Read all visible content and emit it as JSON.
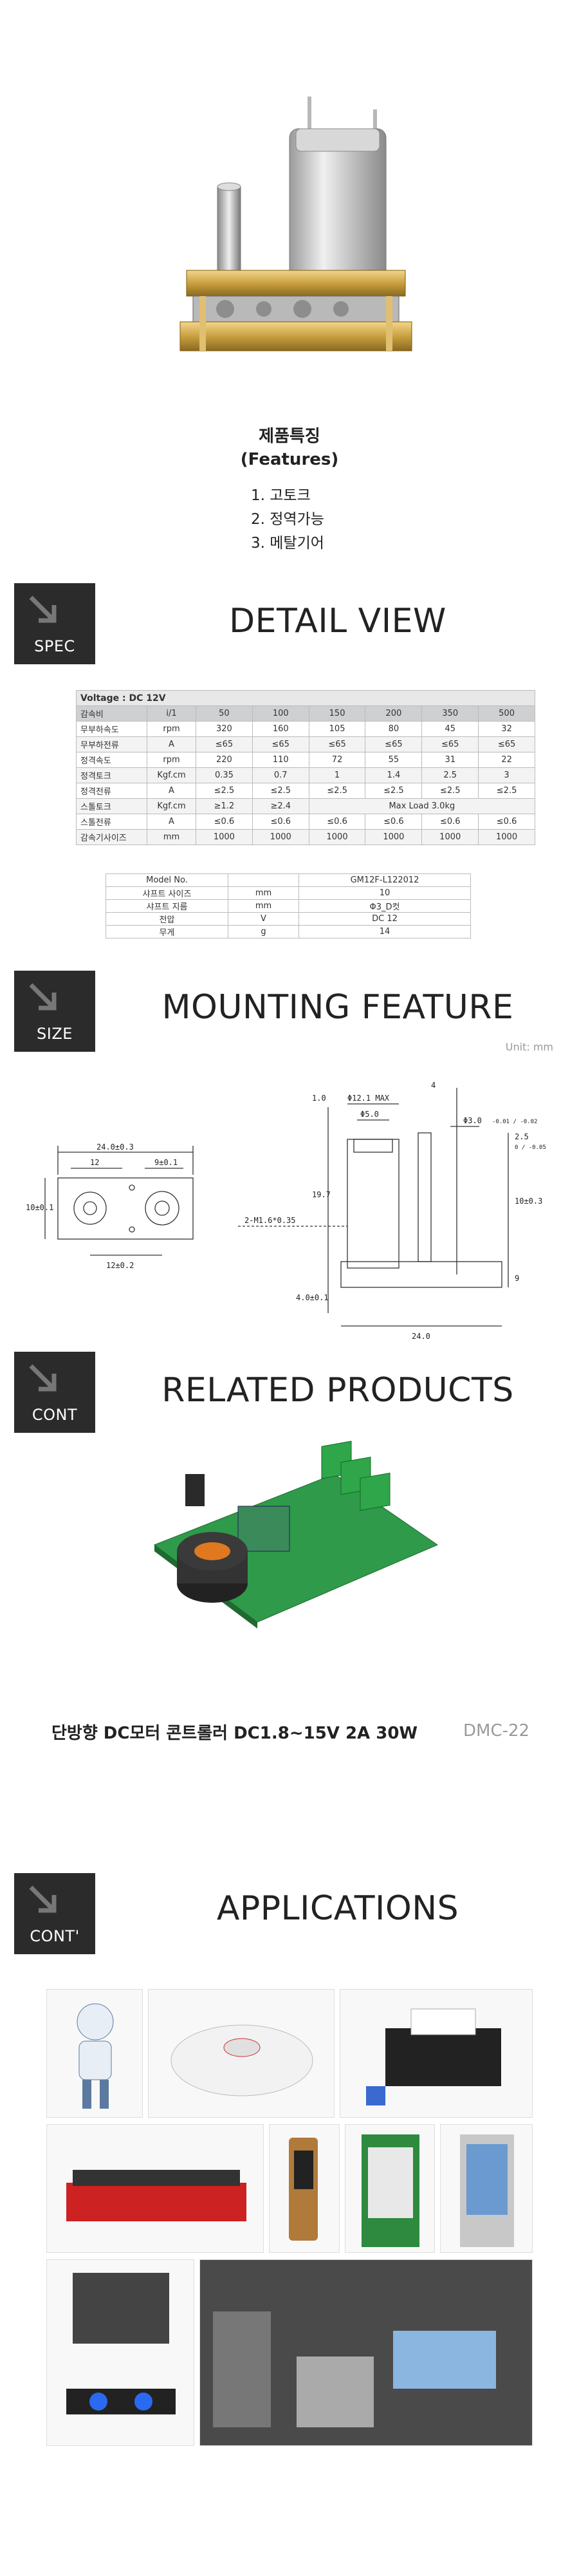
{
  "features": {
    "title_kr": "제품특징",
    "title_en": "(Features)",
    "items": [
      "1. 고토크",
      "2. 정역가능",
      "3. 메탈기어"
    ]
  },
  "sections": {
    "spec": {
      "badge": "SPEC",
      "title": "DETAIL VIEW"
    },
    "size": {
      "badge": "SIZE",
      "title": "MOUNTING FEATURE"
    },
    "cont": {
      "badge": "CONT",
      "title": "RELATED PRODUCTS"
    },
    "cont2": {
      "badge": "CONT'",
      "title": "APPLICATIONS"
    }
  },
  "spec_table": {
    "voltage": "Voltage : DC 12V",
    "rows": [
      [
        "감속비",
        "i/1",
        "50",
        "100",
        "150",
        "200",
        "350",
        "500"
      ],
      [
        "무부하속도",
        "rpm",
        "320",
        "160",
        "105",
        "80",
        "45",
        "32"
      ],
      [
        "무부하전류",
        "A",
        "≤65",
        "≤65",
        "≤65",
        "≤65",
        "≤65",
        "≤65"
      ],
      [
        "정격속도",
        "rpm",
        "220",
        "110",
        "72",
        "55",
        "31",
        "22"
      ],
      [
        "정격토크",
        "Kgf.cm",
        "0.35",
        "0.7",
        "1",
        "1.4",
        "2.5",
        "3"
      ],
      [
        "정격전류",
        "A",
        "≤2.5",
        "≤2.5",
        "≤2.5",
        "≤2.5",
        "≤2.5",
        "≤2.5"
      ]
    ],
    "stall_torque": {
      "label": "스톨토크",
      "unit": "Kgf.cm",
      "v1": "≥1.2",
      "v2": "≥2.4",
      "rest": "Max Load 3.0kg"
    },
    "stall_current": [
      "스톨전류",
      "A",
      "≤0.6",
      "≤0.6",
      "≤0.6",
      "≤0.6",
      "≤0.6",
      "≤0.6"
    ],
    "gear_life": [
      "감속기사이즈",
      "mm",
      "1000",
      "1000",
      "1000",
      "1000",
      "1000",
      "1000"
    ]
  },
  "model_table": {
    "rows": [
      [
        "Model No.",
        "",
        "GM12F-L122012"
      ],
      [
        "샤프트 사이즈",
        "mm",
        "10"
      ],
      [
        "샤프트 지름",
        "mm",
        "Φ3_D컷"
      ],
      [
        "전압",
        "V",
        "DC 12"
      ],
      [
        "무게",
        "g",
        "14"
      ]
    ]
  },
  "unit_note": "Unit: mm",
  "drawing": {
    "dim_24_03": "24.0±0.3",
    "dim_12": "12",
    "dim_9_01": "9±0.1",
    "dim_10_01": "10±0.1",
    "dim_12_02": "12±0.2",
    "hole": "2-M1.6*0.35",
    "dim_phi12": "Φ12.1 MAX",
    "dim_phi5": "Φ5.0",
    "dim_4": "4",
    "dim_phi3": "Φ3.0",
    "tol_phi3": "-0.01 / -0.02",
    "dim_25": "2.5",
    "tol_25": "0 / -0.05",
    "dim_1": "1.0",
    "dim_197": "19.7",
    "dim_10_03": "10±0.3",
    "dim_9": "9",
    "dim_40": "4.0±0.1",
    "dim_24": "24.0"
  },
  "related": {
    "name": "단방향 DC모터 콘트롤러 DC1.8~15V 2A 30W",
    "code": "DMC-22"
  },
  "colors": {
    "badge_bg": "#2b2b2b",
    "table_header": "#cfd0d1",
    "muted": "#9a9a9a"
  }
}
